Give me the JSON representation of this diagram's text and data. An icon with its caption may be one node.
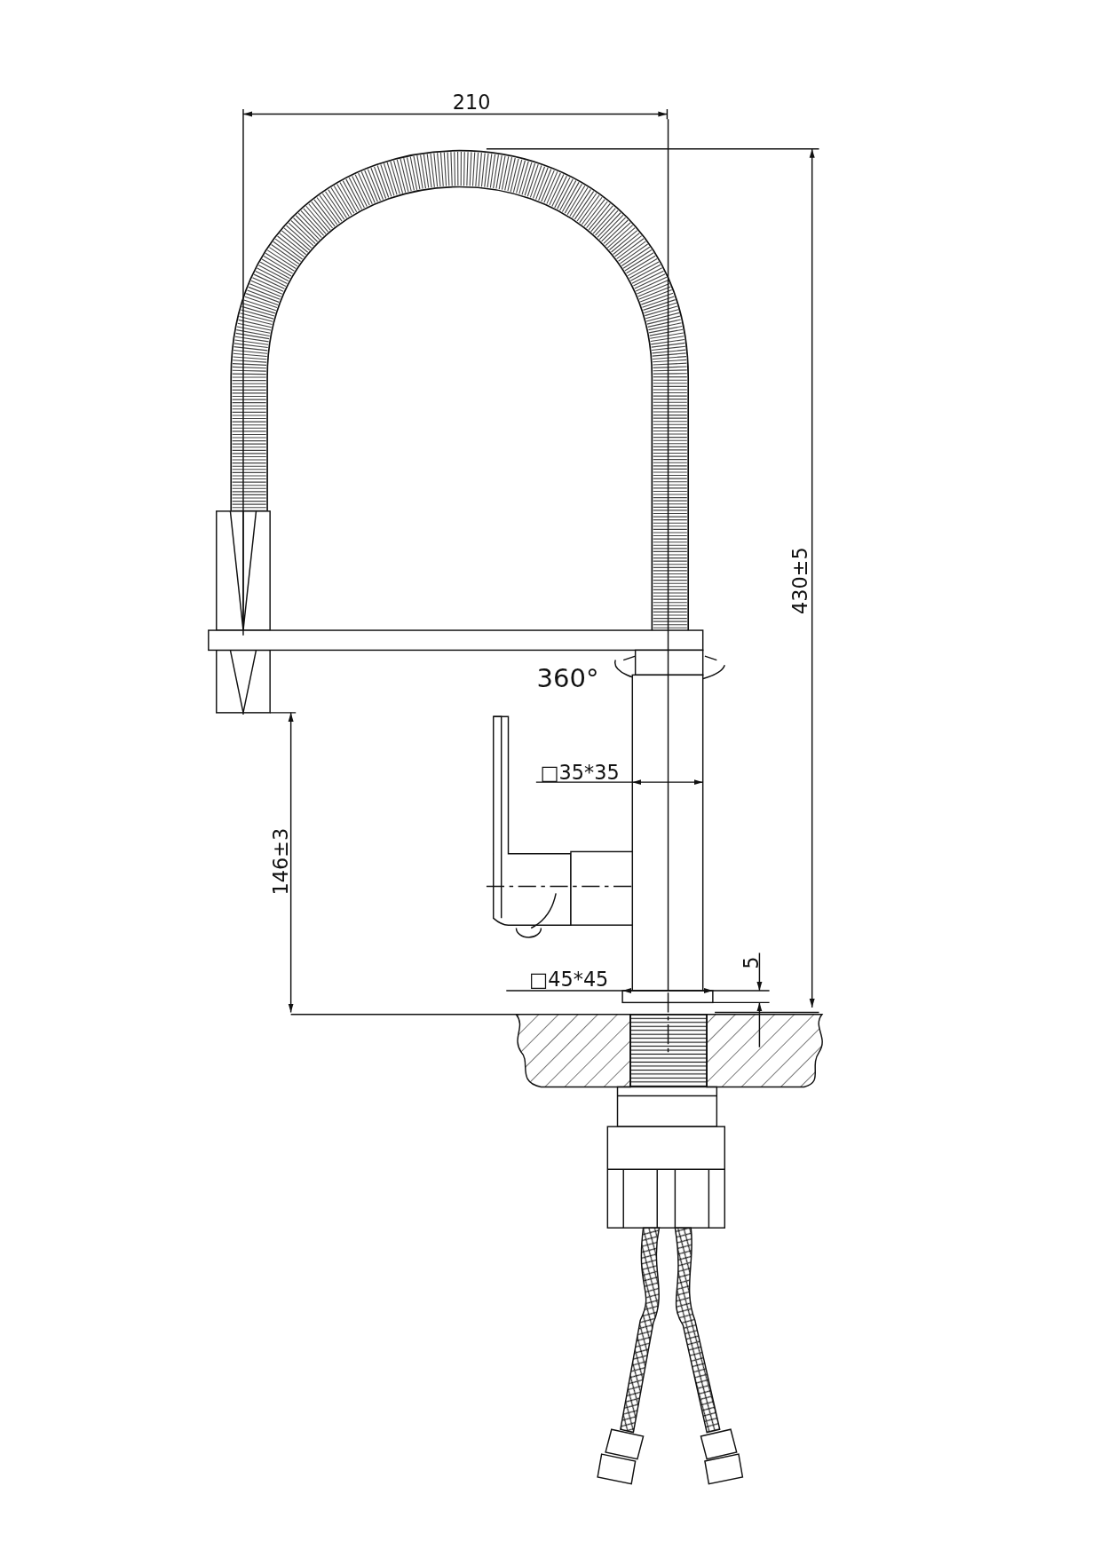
{
  "diagram": {
    "labels": [
      "210",
      "430±5",
      "360°",
      "□35*35",
      "146±3",
      "□45*45",
      "5"
    ]
  }
}
